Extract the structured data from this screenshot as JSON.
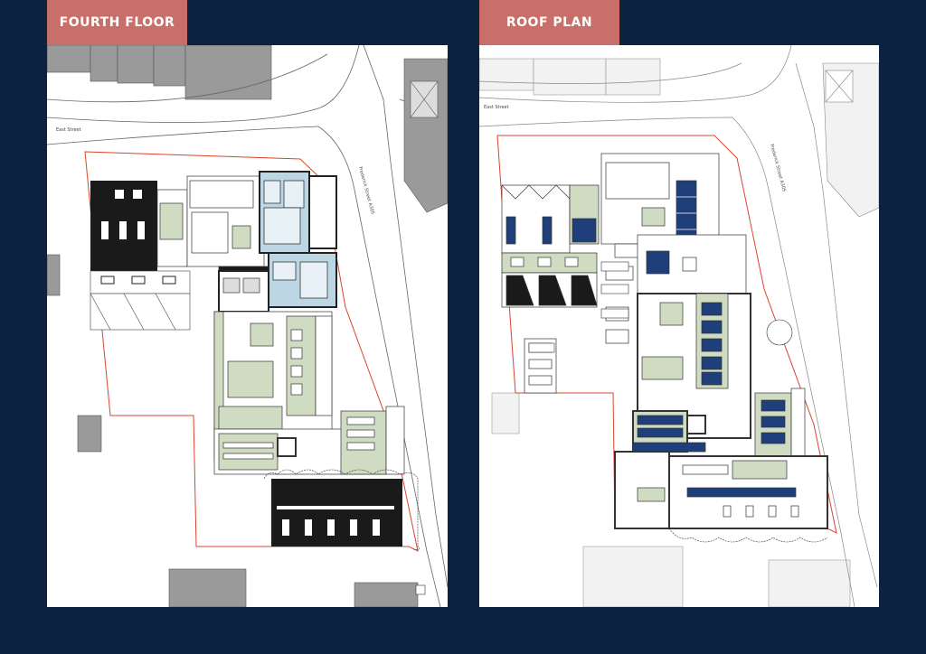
{
  "panels": {
    "fourth": {
      "label": "FOURTH FLOOR"
    },
    "roof": {
      "label": "ROOF PLAN"
    }
  },
  "colors": {
    "background": "#0b2340",
    "label_bg": "#c96f6a",
    "boundary": "#d9442b",
    "terrace_green": "#cfdcc2",
    "apartment_blue": "#bcd6e4",
    "solar_navy": "#1f3f7a",
    "building_black": "#1a1a1a",
    "neighbour_grey": "#9a9a9a"
  },
  "street_labels": {
    "fourth_a": "East Street",
    "fourth_b": "Frederick Street A305",
    "roof_a": "East Street",
    "roof_b": "Frederick Street A305"
  }
}
